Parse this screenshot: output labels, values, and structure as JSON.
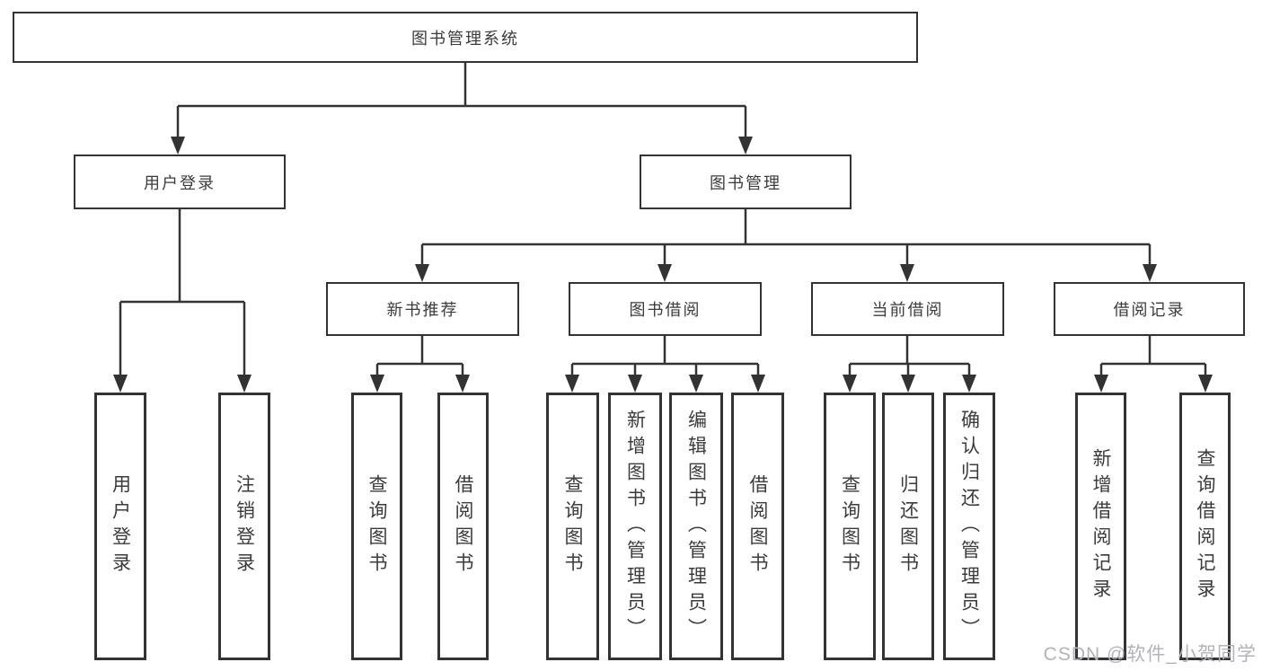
{
  "diagram": {
    "root": {
      "label": "图书管理系统"
    },
    "level2": {
      "user_login": {
        "label": "用户登录"
      },
      "book_management": {
        "label": "图书管理"
      }
    },
    "level3": {
      "new_book_recommend": {
        "label": "新书推荐"
      },
      "book_borrow": {
        "label": "图书借阅"
      },
      "current_borrow": {
        "label": "当前借阅"
      },
      "borrow_records": {
        "label": "借阅记录"
      }
    },
    "leaves": {
      "user_login": [
        "用户登录",
        "注销登录"
      ],
      "new_book_recommend": [
        "查询图书",
        "借阅图书"
      ],
      "book_borrow": [
        "查询图书",
        "新增图书（管理员）",
        "编辑图书（管理员）",
        "借阅图书"
      ],
      "current_borrow": [
        "查询图书",
        "归还图书",
        "确认归还（管理员）"
      ],
      "borrow_records": [
        "新增借阅记录",
        "查询借阅记录"
      ]
    },
    "watermark": "CSDN @软件_小贺同学",
    "colors": {
      "line": "#333333",
      "border": "#333333",
      "text": "#3b3b3b",
      "watermark": "#b3b3b8",
      "background": "#ffffff"
    }
  }
}
